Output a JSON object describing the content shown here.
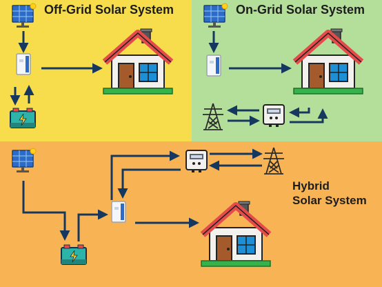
{
  "panels": {
    "off_grid": {
      "title": "Off-Grid Solar System",
      "color": "#f7dd4c"
    },
    "on_grid": {
      "title": "On-Grid Solar System",
      "color": "#b4df9a"
    },
    "hybrid": {
      "title_line1": "Hybrid",
      "title_line2": "Solar System",
      "color": "#f8b454"
    }
  },
  "colors": {
    "arrow": "#16385e",
    "roof": "#e54b4b",
    "wall": "#f3f1ee",
    "door": "#a45a2a",
    "window": "#1d8fd6",
    "grass": "#35b34a",
    "panel_blue": "#2b6cc9",
    "battery": "#2eb3a8",
    "tower": "#2b2b2b"
  },
  "icons": [
    "solar-panel-icon",
    "inverter-icon",
    "battery-icon",
    "house-icon",
    "electric-meter-icon",
    "transmission-tower-icon"
  ]
}
